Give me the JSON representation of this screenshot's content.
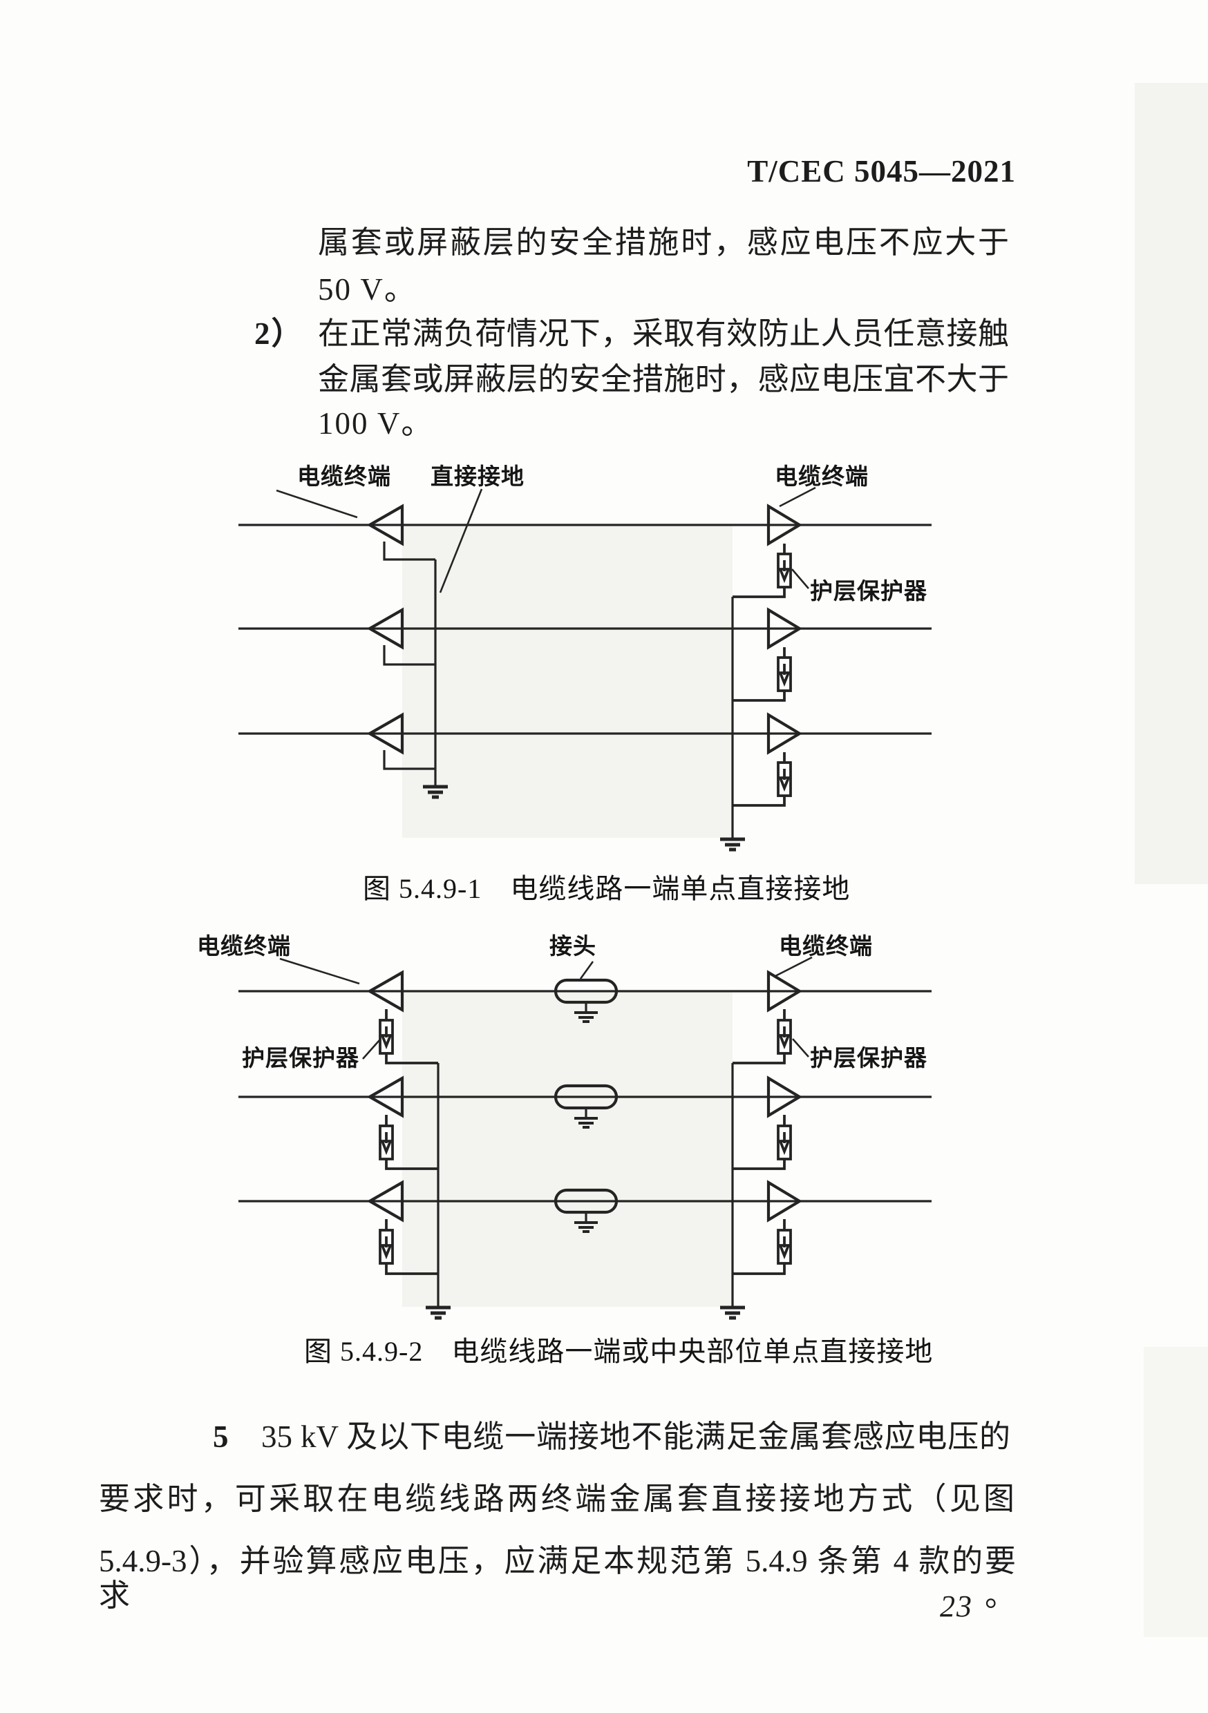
{
  "page": {
    "header": "T/CEC 5045—2021",
    "page_number": "23"
  },
  "body": {
    "para1_line1": "属套或屏蔽层的安全措施时，感应电压不应大于",
    "para1_line2": "50 V。",
    "item2_marker": "2）",
    "item2_line1": "在正常满负荷情况下，采取有效防止人员任意接触",
    "item2_line2": "金属套或屏蔽层的安全措施时，感应电压宜不大于",
    "item2_line3": "100 V。",
    "para5_marker": "5",
    "para5_line1": "35 kV 及以下电缆一端接地不能满足金属套感应电压的",
    "para5_line2": "要求时，可采取在电缆线路两终端金属套直接接地方式（见图",
    "para5_line3": "5.4.9-3），并验算感应电压，应满足本规范第 5.4.9 条第 4 款的要求。"
  },
  "figure1": {
    "caption": "图 5.4.9-1　电缆线路一端单点直接接地",
    "labels": {
      "cable_terminal_left": "电缆终端",
      "direct_ground": "直接接地",
      "cable_terminal_right": "电缆终端",
      "sheath_protector_right": "护层保护器"
    }
  },
  "figure2": {
    "caption": "图 5.4.9-2　电缆线路一端或中央部位单点直接接地",
    "labels": {
      "cable_terminal_left": "电缆终端",
      "joint": "接头",
      "cable_terminal_right": "电缆终端",
      "sheath_protector_left": "护层保护器",
      "sheath_protector_right": "护层保护器"
    }
  }
}
